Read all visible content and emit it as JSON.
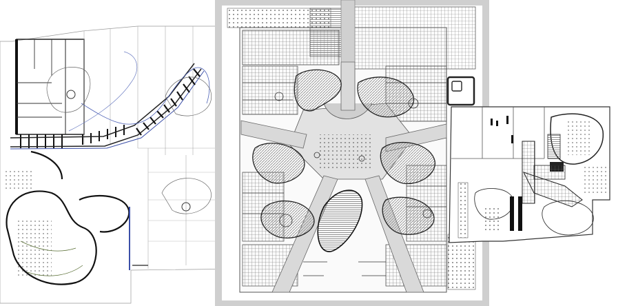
{
  "image": {
    "description_visible_text": "",
    "panels": [
      {
        "id": "left-plan",
        "kind": "site-plan"
      },
      {
        "id": "center-plan",
        "kind": "radial-floor-plan"
      },
      {
        "id": "right-plan",
        "kind": "building-plan"
      }
    ],
    "colors": {
      "background": "#ffffff",
      "ink": "#222222",
      "fine_line": "#777777",
      "hatch_gray": "#9a9a9a",
      "paving": "#d9d9d9",
      "border_gray": "#bdbdbd",
      "blue_line": "#3b4fa8"
    }
  }
}
